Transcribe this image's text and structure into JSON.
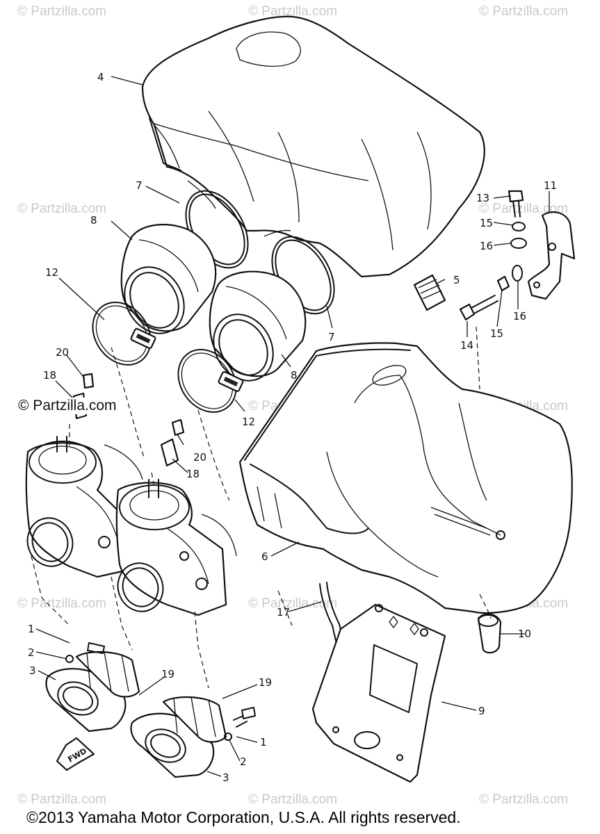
{
  "watermarks": {
    "text": "© Partzilla.com",
    "dark_text": "© Partzilla.com"
  },
  "callouts": {
    "c1a": "1",
    "c1b": "1",
    "c2a": "2",
    "c2b": "2",
    "c3a": "3",
    "c3b": "3",
    "c4": "4",
    "c5": "5",
    "c6": "6",
    "c7a": "7",
    "c7b": "7",
    "c8a": "8",
    "c8b": "8",
    "c9": "9",
    "c10": "10",
    "c11": "11",
    "c12a": "12",
    "c12b": "12",
    "c13": "13",
    "c14": "14",
    "c15a": "15",
    "c15b": "15",
    "c16a": "16",
    "c16b": "16",
    "c17": "17",
    "c18a": "18",
    "c18b": "18",
    "c19a": "19",
    "c19b": "19",
    "c20a": "20",
    "c20b": "20"
  },
  "fwd_label": "FWD",
  "footer": {
    "copyright": "©2013 Yamaha Motor Corporation, U.S.A. All rights reserved."
  },
  "colors": {
    "line": "#111111",
    "watermark": "#c9c9c9",
    "background": "#ffffff"
  }
}
